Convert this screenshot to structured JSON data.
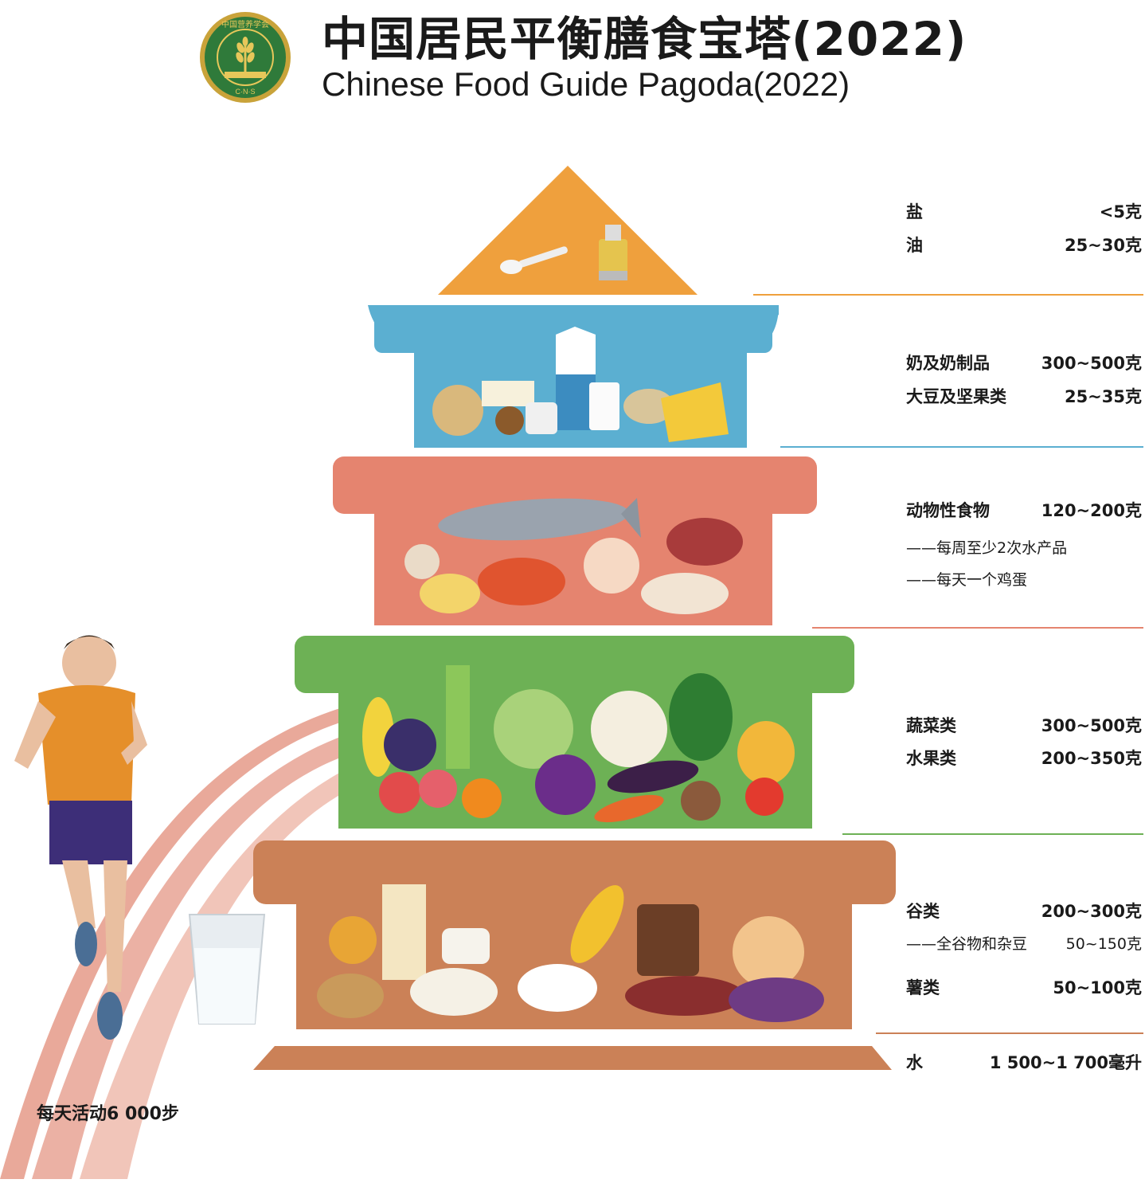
{
  "header": {
    "title_cn": "中国居民平衡膳食宝塔(2022)",
    "title_en": "Chinese Food Guide Pagoda(2022)",
    "logo": {
      "org_text": "中国营养学会",
      "abbr": "C·N·S",
      "icon": "wheat-emblem-icon"
    }
  },
  "colors": {
    "top_level": "#EFA03D",
    "dairy_level": "#5BAFD1",
    "animal_level": "#E5846F",
    "veg_level": "#6DB155",
    "grain_level": "#CB8157",
    "water_base": "#CB8157",
    "track": "#E9A99A"
  },
  "levels": {
    "salt_oil": {
      "items": [
        {
          "label": "盐",
          "value": "<5克"
        },
        {
          "label": "油",
          "value": "25~30克"
        }
      ],
      "icons": [
        "salt-spoon-icon",
        "oil-bottle-icon"
      ]
    },
    "dairy_soy": {
      "items": [
        {
          "label": "奶及奶制品",
          "value": "300~500克"
        },
        {
          "label": "大豆及坚果类",
          "value": "25~35克"
        }
      ],
      "icons": [
        "milk-carton-icon",
        "soybeans-icon",
        "tofu-icon",
        "nuts-icon",
        "yogurt-icon",
        "milk-glass-icon",
        "cheese-icon"
      ]
    },
    "animal": {
      "items": [
        {
          "label": "动物性食物",
          "value": "120~200克"
        }
      ],
      "notes": [
        "——每周至少2次水产品",
        "——每天一个鸡蛋"
      ],
      "icons": [
        "fish-icon",
        "quail-eggs-icon",
        "boiled-egg-icon",
        "shrimp-icon",
        "scallop-icon",
        "beef-icon",
        "chicken-leg-icon"
      ]
    },
    "veg_fruit": {
      "items": [
        {
          "label": "蔬菜类",
          "value": "300~500克"
        },
        {
          "label": "水果类",
          "value": "200~350克"
        }
      ],
      "icons": [
        "banana-icon",
        "grapes-icon",
        "celery-icon",
        "cabbage-icon",
        "cauliflower-icon",
        "greens-icon",
        "pepper-icon",
        "apple-icon",
        "peach-icon",
        "orange-icon",
        "purple-cabbage-icon",
        "eggplant-icon",
        "carrot-icon",
        "mushroom-icon",
        "tomato-icon"
      ]
    },
    "grain": {
      "items": [
        {
          "label": "谷类",
          "value": "200~300克"
        }
      ],
      "sub": {
        "label": "——全谷物和杂豆",
        "value": "50~150克"
      },
      "items2": [
        {
          "label": "薯类",
          "value": "50~100克"
        }
      ],
      "icons": [
        "cookies-icon",
        "noodles-icon",
        "potato-icon",
        "steamed-bun-icon",
        "dumplings-icon",
        "rice-bowl-icon",
        "corn-icon",
        "bread-icon",
        "beans-icon",
        "sweet-potato-icon"
      ]
    },
    "water": {
      "label": "水",
      "value": "1 500~1 700毫升",
      "icon": "water-glass-icon"
    }
  },
  "activity": {
    "label": "每天活动6 000步",
    "icon": "runner-icon"
  }
}
